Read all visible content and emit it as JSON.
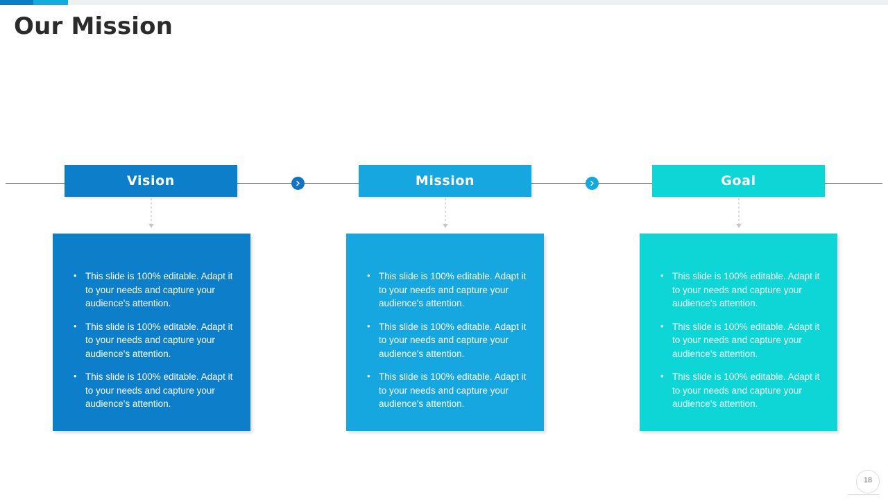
{
  "slide": {
    "title": "Our Mission",
    "page_number": "18"
  },
  "topbar": {
    "segment_a_color": "#0b7ec9",
    "segment_b_color": "#17a9e2",
    "segment_c_color": "#eef1f2"
  },
  "timeline": {
    "connectors": [
      {
        "icon": "chevron-right-icon",
        "color": "#1273c4"
      },
      {
        "icon": "chevron-right-icon",
        "color": "#12aadd"
      }
    ]
  },
  "columns": [
    {
      "key": "vision",
      "header": "Vision",
      "color": "#0d7ec9",
      "bullets": [
        "This slide is 100% editable. Adapt it to your needs and capture your audience's attention.",
        "This slide is 100% editable. Adapt it to your needs and capture your audience's attention.",
        "This slide is 100% editable. Adapt it to your needs and capture your audience's attention."
      ]
    },
    {
      "key": "mission",
      "header": "Mission",
      "color": "#16a6e0",
      "bullets": [
        "This slide is 100% editable. Adapt it to your needs and capture your audience's attention.",
        "This slide is 100% editable. Adapt it to your needs and capture your audience's attention.",
        "This slide is 100% editable. Adapt it to your needs and capture your audience's attention."
      ]
    },
    {
      "key": "goal",
      "header": "Goal",
      "color": "#0fd6d6",
      "bullets": [
        "This slide is 100% editable. Adapt it to your needs and capture your audience's attention.",
        "This slide is 100% editable. Adapt it to your needs and capture your audience's attention.",
        "This slide is 100% editable. Adapt it to your needs and capture your audience's attention."
      ]
    }
  ]
}
